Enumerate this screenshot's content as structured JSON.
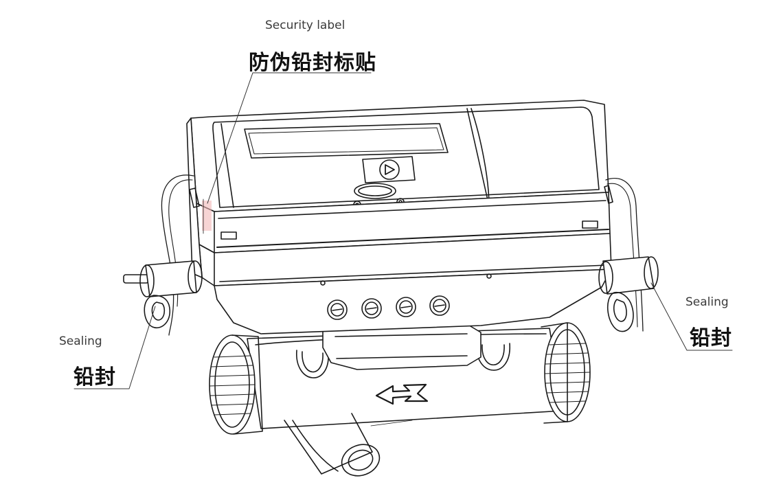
{
  "callouts": {
    "security": {
      "en": "Security label",
      "cn": "防伪铅封标贴"
    },
    "seal_left": {
      "en": "Sealing",
      "cn": "铅封"
    },
    "seal_right": {
      "en": "Sealing",
      "cn": "铅封"
    }
  },
  "colors": {
    "line": "#1a1a1a",
    "background": "#ffffff",
    "label_tint": "#f2b8b8"
  },
  "icons": {
    "display_button": "play-triangle-icon",
    "flow_direction": "flow-arrow-left-icon"
  }
}
